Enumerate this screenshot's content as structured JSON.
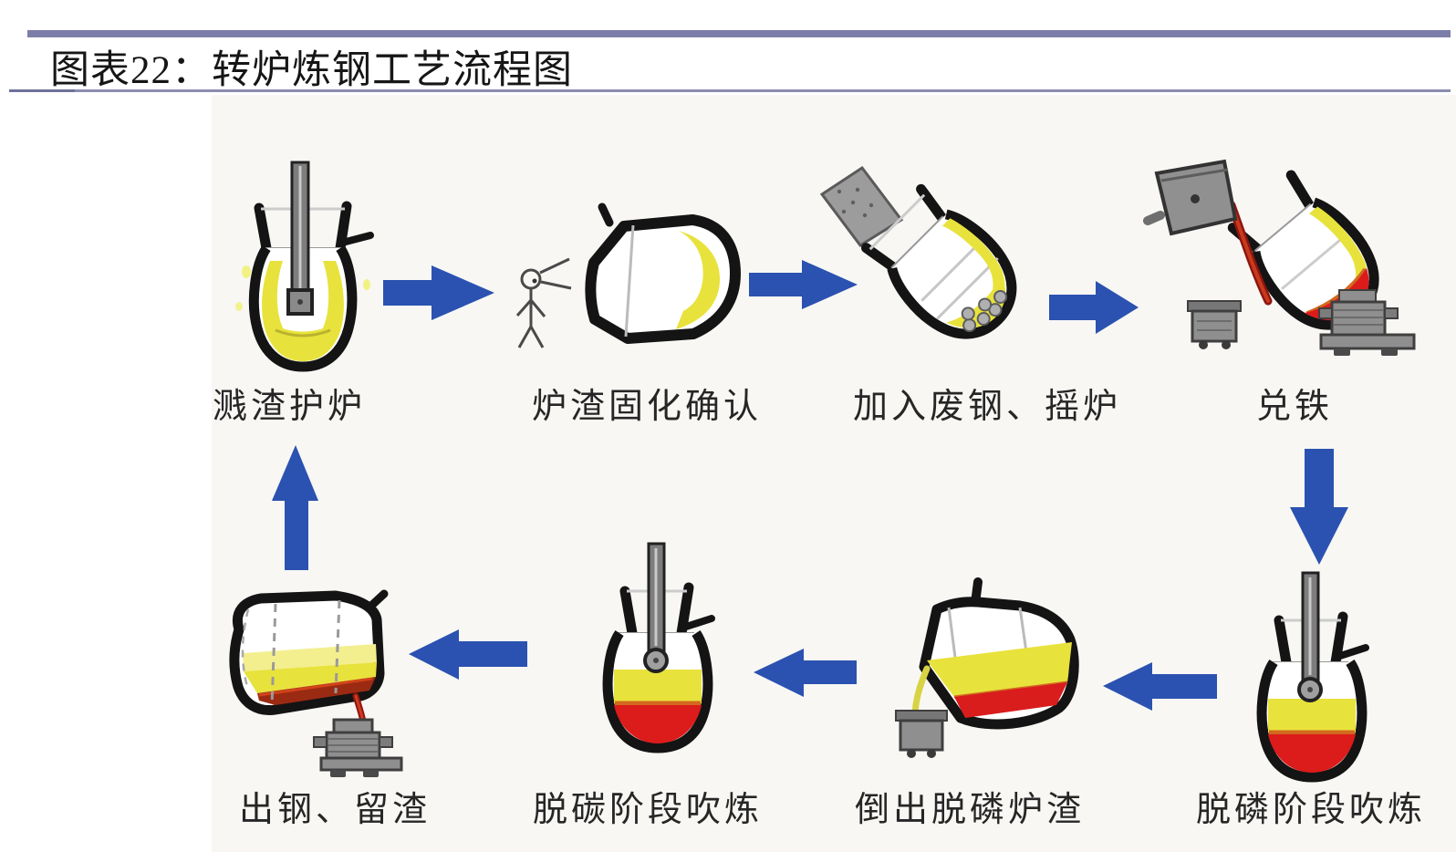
{
  "figure": {
    "title": "图表22：转炉炼钢工艺流程图"
  },
  "process": {
    "name": "转炉炼钢工艺流程",
    "steps": [
      {
        "order": 1,
        "label": "溅渣护炉",
        "icon": "upright-converter-with-lance-slag-splashing"
      },
      {
        "order": 2,
        "label": "炉渣固化确认",
        "icon": "worker-checking-horizontal-converter"
      },
      {
        "order": 3,
        "label": "加入废钢、摇炉",
        "icon": "tilted-converter-with-scrap-chute"
      },
      {
        "order": 4,
        "label": "兑铁",
        "icon": "ladle-pouring-hot-metal-into-tilted-converter"
      },
      {
        "order": 5,
        "label": "脱磷阶段吹炼",
        "icon": "upright-converter-oxygen-lance-blowing"
      },
      {
        "order": 6,
        "label": "倒出脱磷炉渣",
        "icon": "tilted-converter-pouring-slag-into-pot"
      },
      {
        "order": 7,
        "label": "脱碳阶段吹炼",
        "icon": "upright-converter-oxygen-lance-blowing"
      },
      {
        "order": 8,
        "label": "出钢、留渣",
        "icon": "horizontal-converter-tapping-steel-into-ladle-car"
      }
    ],
    "flow_arrows": [
      {
        "from": 1,
        "to": 2,
        "direction": "right"
      },
      {
        "from": 2,
        "to": 3,
        "direction": "right"
      },
      {
        "from": 3,
        "to": 4,
        "direction": "right"
      },
      {
        "from": 4,
        "to": 5,
        "direction": "down"
      },
      {
        "from": 5,
        "to": 6,
        "direction": "left"
      },
      {
        "from": 6,
        "to": 7,
        "direction": "left"
      },
      {
        "from": 7,
        "to": 8,
        "direction": "left"
      },
      {
        "from": 8,
        "to": 1,
        "direction": "up"
      }
    ]
  },
  "colors": {
    "header_bar": "#7c7ea9",
    "title_rule": "#8b8db0",
    "arrow_blue": "#2b52b0",
    "slag_yellow": "#e8e23c",
    "steel_red": "#dc1b1b",
    "equipment_gray": "#8f8f8f",
    "outline": "#141414",
    "diagram_background": "#f8f7f4"
  }
}
